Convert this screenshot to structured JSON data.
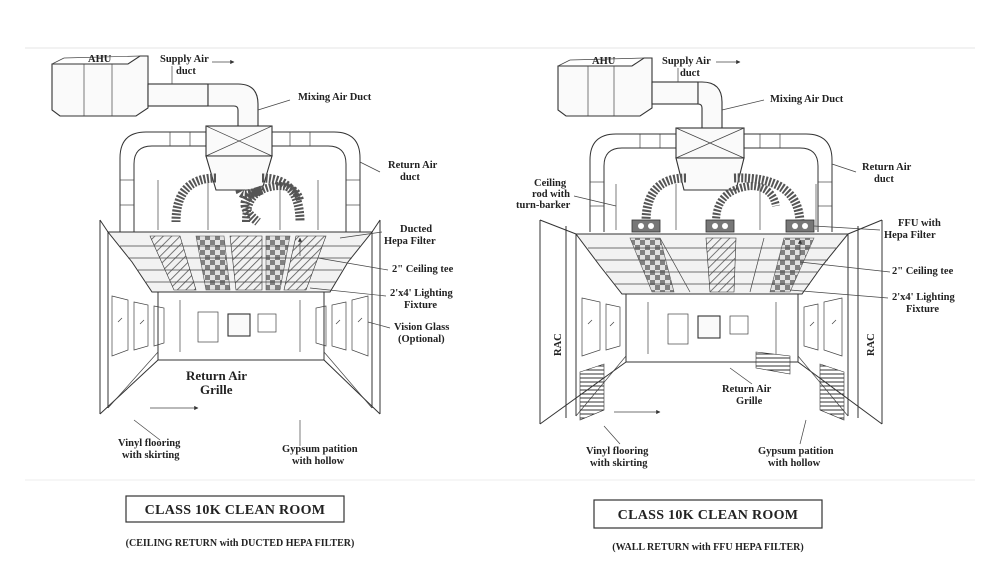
{
  "left": {
    "ahu": "AHU",
    "supply_air_1": "Supply Air",
    "supply_air_2": "duct",
    "mixing_air_duct": "Mixing Air Duct",
    "return_air_duct_1": "Return Air",
    "return_air_duct_2": "duct",
    "filter_1": "Ducted",
    "filter_2": "Hepa Filter",
    "ceiling_tee": "2\" Ceiling tee",
    "lighting_1": "2'x4' Lighting",
    "lighting_2": "Fixture",
    "vision_1": "Vision Glass",
    "vision_2": "(Optional)",
    "grille_1": "Return Air",
    "grille_2": "Grille",
    "vinyl_1": "Vinyl flooring",
    "vinyl_2": "with skirting",
    "gypsum_1": "Gypsum patition",
    "gypsum_2": "with hollow",
    "title": "CLASS 10K CLEAN ROOM",
    "subtitle": "(CEILING RETURN with DUCTED HEPA FILTER)"
  },
  "right": {
    "ahu": "AHU",
    "supply_air_1": "Supply Air",
    "supply_air_2": "duct",
    "mixing_air_duct": "Mixing Air Duct",
    "return_air_duct_1": "Return Air",
    "return_air_duct_2": "duct",
    "ceiling_rod_1": "Ceiling",
    "ceiling_rod_2": "rod with",
    "ceiling_rod_3": "turn-barker",
    "filter_1": "FFU with",
    "filter_2": "Hepa Filter",
    "ceiling_tee": "2\" Ceiling tee",
    "lighting_1": "2'x4' Lighting",
    "lighting_2": "Fixture",
    "rac_left": "RAC",
    "rac_right": "RAC",
    "grille_1": "Return Air",
    "grille_2": "Grille",
    "vinyl_1": "Vinyl flooring",
    "vinyl_2": "with skirting",
    "gypsum_1": "Gypsum patition",
    "gypsum_2": "with hollow",
    "title": "CLASS 10K CLEAN ROOM",
    "subtitle": "(WALL RETURN with FFU HEPA FILTER)"
  }
}
